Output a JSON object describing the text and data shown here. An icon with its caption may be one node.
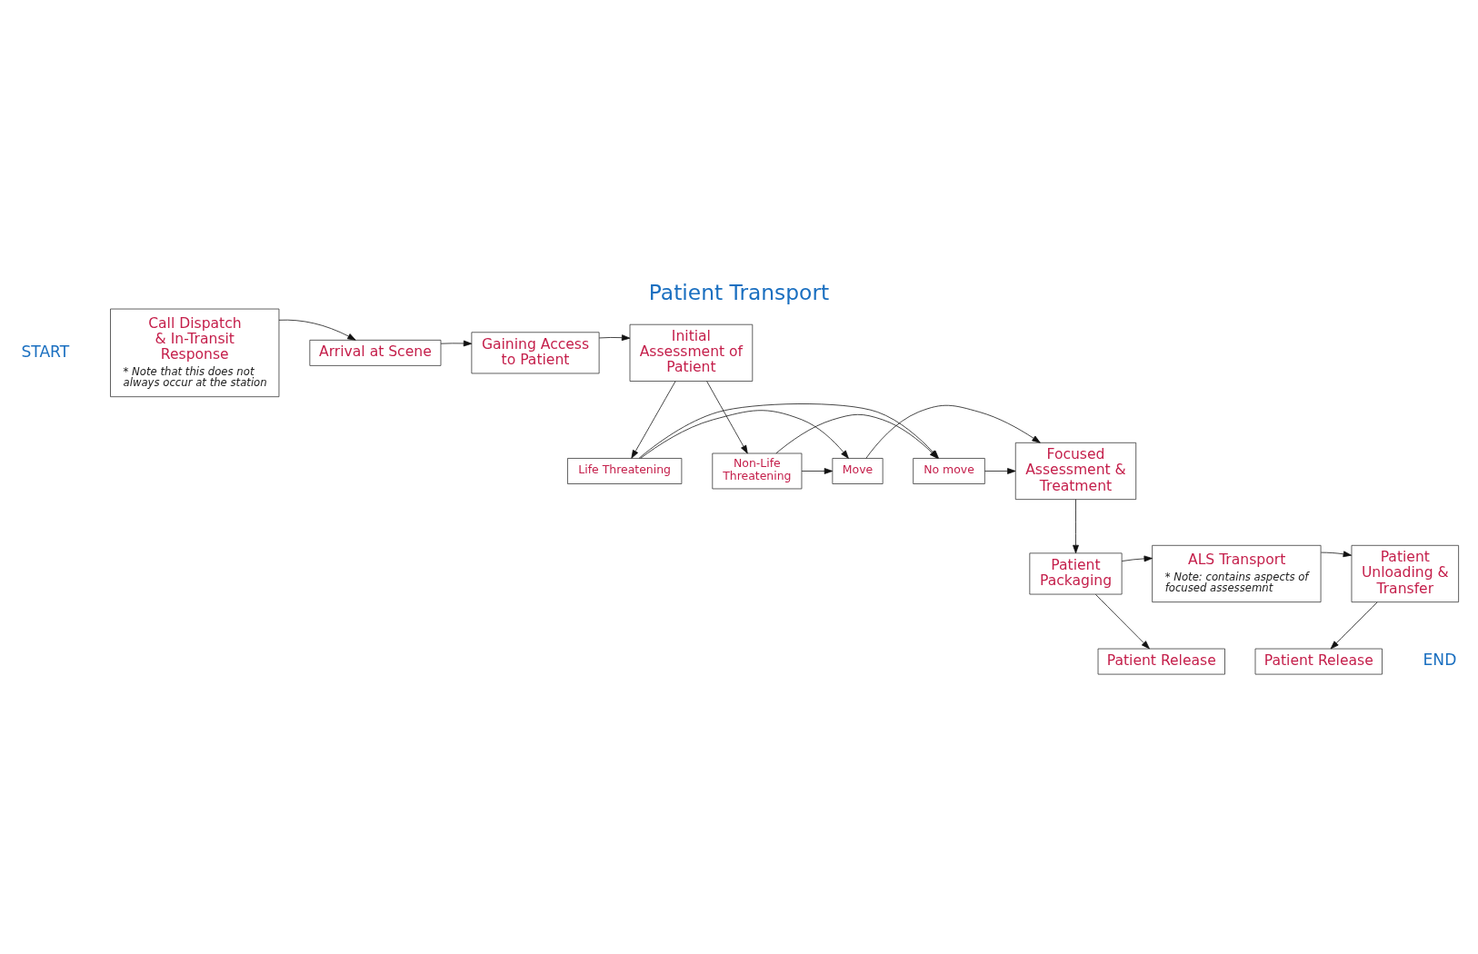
{
  "diagram": {
    "title": "Patient Transport",
    "nodes": [
      {
        "text": [
          "Call Dispatch & In-Transit Response",
          "* Note that this does not always occur at the station"
        ]
      },
      {
        "text": [
          "Arrival at Scene"
        ]
      },
      {
        "text": [
          "Gaining Access to Patient"
        ]
      },
      {
        "text": [
          "Initial Assessment of Patient"
        ]
      },
      {
        "text": [
          "Life Threatening"
        ]
      },
      {
        "text": [
          "Non-Life Threatening"
        ]
      },
      {
        "text": [
          "Move"
        ]
      },
      {
        "text": [
          "No move"
        ]
      },
      {
        "text": [
          "Focused Assessment & Treatment"
        ]
      },
      {
        "text": [
          "Patient Packaging"
        ]
      },
      {
        "text": [
          "ALS Transport",
          "* Note: contains aspects of focused assessemnt"
        ]
      },
      {
        "text": [
          "Patient Unloading & Transfer"
        ]
      },
      {
        "text": [
          "Patient Release"
        ]
      },
      {
        "text": [
          "Patient Release"
        ]
      }
    ],
    "edges": [
      {
        "from": 0,
        "to": 1,
        "arrow": "to"
      },
      {
        "from": 1,
        "to": 2,
        "arrow": "to"
      },
      {
        "from": 2,
        "to": 3,
        "arrow": "to"
      },
      {
        "from": 3,
        "to": 4,
        "arrow": "to"
      },
      {
        "from": 3,
        "to": 5,
        "arrow": "to"
      },
      {
        "from": 4,
        "to": 6,
        "arrow": "to"
      },
      {
        "from": 4,
        "to": 7,
        "arrow": "to"
      },
      {
        "from": 5,
        "to": 6,
        "arrow": "to"
      },
      {
        "from": 5,
        "to": 7,
        "arrow": "to"
      },
      {
        "from": 6,
        "to": 8,
        "arrow": "to"
      },
      {
        "from": 7,
        "to": 8,
        "arrow": "to"
      },
      {
        "from": 8,
        "to": 9,
        "arrow": "to"
      },
      {
        "from": 9,
        "to": 12,
        "arrow": "to"
      },
      {
        "from": 9,
        "to": 10,
        "arrow": "to"
      },
      {
        "from": 10,
        "to": 11,
        "arrow": "to"
      },
      {
        "from": 11,
        "to": 13,
        "arrow": "to"
      }
    ],
    "labels": [
      "START",
      "END"
    ]
  }
}
